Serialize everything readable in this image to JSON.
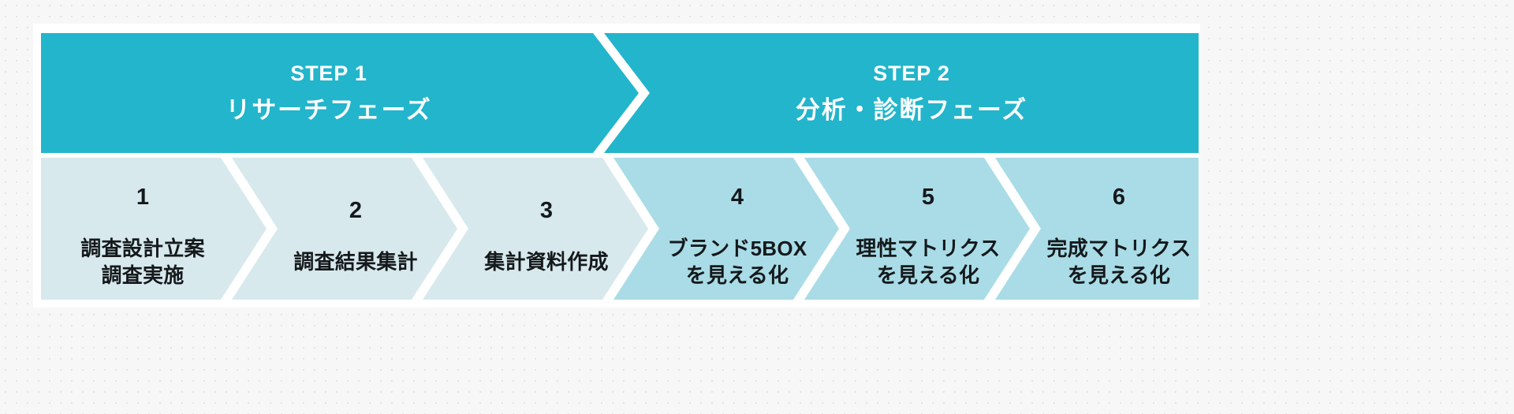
{
  "colors": {
    "page_background": "#f7f7f7",
    "card": "#ffffff",
    "header_teal": "#22b5cb",
    "phase1_step_fill": "#d7e9ed",
    "phase2_step_fill": "#a9dce6",
    "text_dark": "#15191c",
    "text_light": "#ffffff"
  },
  "header": {
    "phases": [
      {
        "kicker": "STEP 1",
        "name": "リサーチフェーズ"
      },
      {
        "kicker": "STEP 2",
        "name": "分析・診断フェーズ"
      }
    ]
  },
  "steps": [
    {
      "number": "1",
      "label": "調査設計立案\n調査実施"
    },
    {
      "number": "2",
      "label": "調査結果集計"
    },
    {
      "number": "3",
      "label": "集計資料作成"
    },
    {
      "number": "4",
      "label": "ブランド5BOX\nを見える化"
    },
    {
      "number": "5",
      "label": "理性マトリクス\nを見える化"
    },
    {
      "number": "6",
      "label": "完成マトリクス\nを見える化"
    }
  ]
}
